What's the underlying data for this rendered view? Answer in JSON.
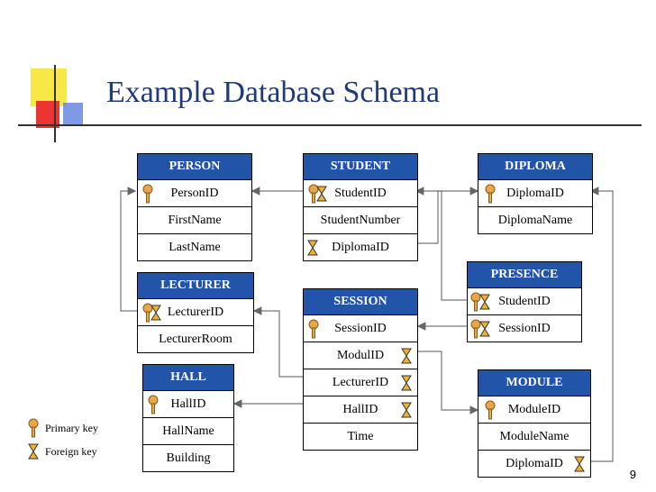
{
  "title": "Example Database Schema",
  "colors": {
    "header": "#2255aa",
    "title": "#1f3a7a",
    "key": "#e8a64a",
    "fk": "#f0b030"
  },
  "tables": {
    "person": {
      "name": "PERSON",
      "rows": [
        "PersonID",
        "FirstName",
        "LastName"
      ]
    },
    "student": {
      "name": "STUDENT",
      "rows": [
        "StudentID",
        "StudentNumber",
        "DiplomaID"
      ]
    },
    "diploma": {
      "name": "DIPLOMA",
      "rows": [
        "DiplomaID",
        "DiplomaName"
      ]
    },
    "lecturer": {
      "name": "LECTURER",
      "rows": [
        "LecturerID",
        "LecturerRoom"
      ]
    },
    "presence": {
      "name": "PRESENCE",
      "rows": [
        "StudentID",
        "SessionID"
      ]
    },
    "session": {
      "name": "SESSION",
      "rows": [
        "SessionID",
        "ModulID",
        "LecturerID",
        "HallID",
        "Time"
      ]
    },
    "hall": {
      "name": "HALL",
      "rows": [
        "HallID",
        "HallName",
        "Building"
      ]
    },
    "module": {
      "name": "MODULE",
      "rows": [
        "ModuleID",
        "ModuleName",
        "DiplomaID"
      ]
    }
  },
  "legend": {
    "primary": "Primary key",
    "foreign": "Foreign key"
  },
  "page_number": "9"
}
